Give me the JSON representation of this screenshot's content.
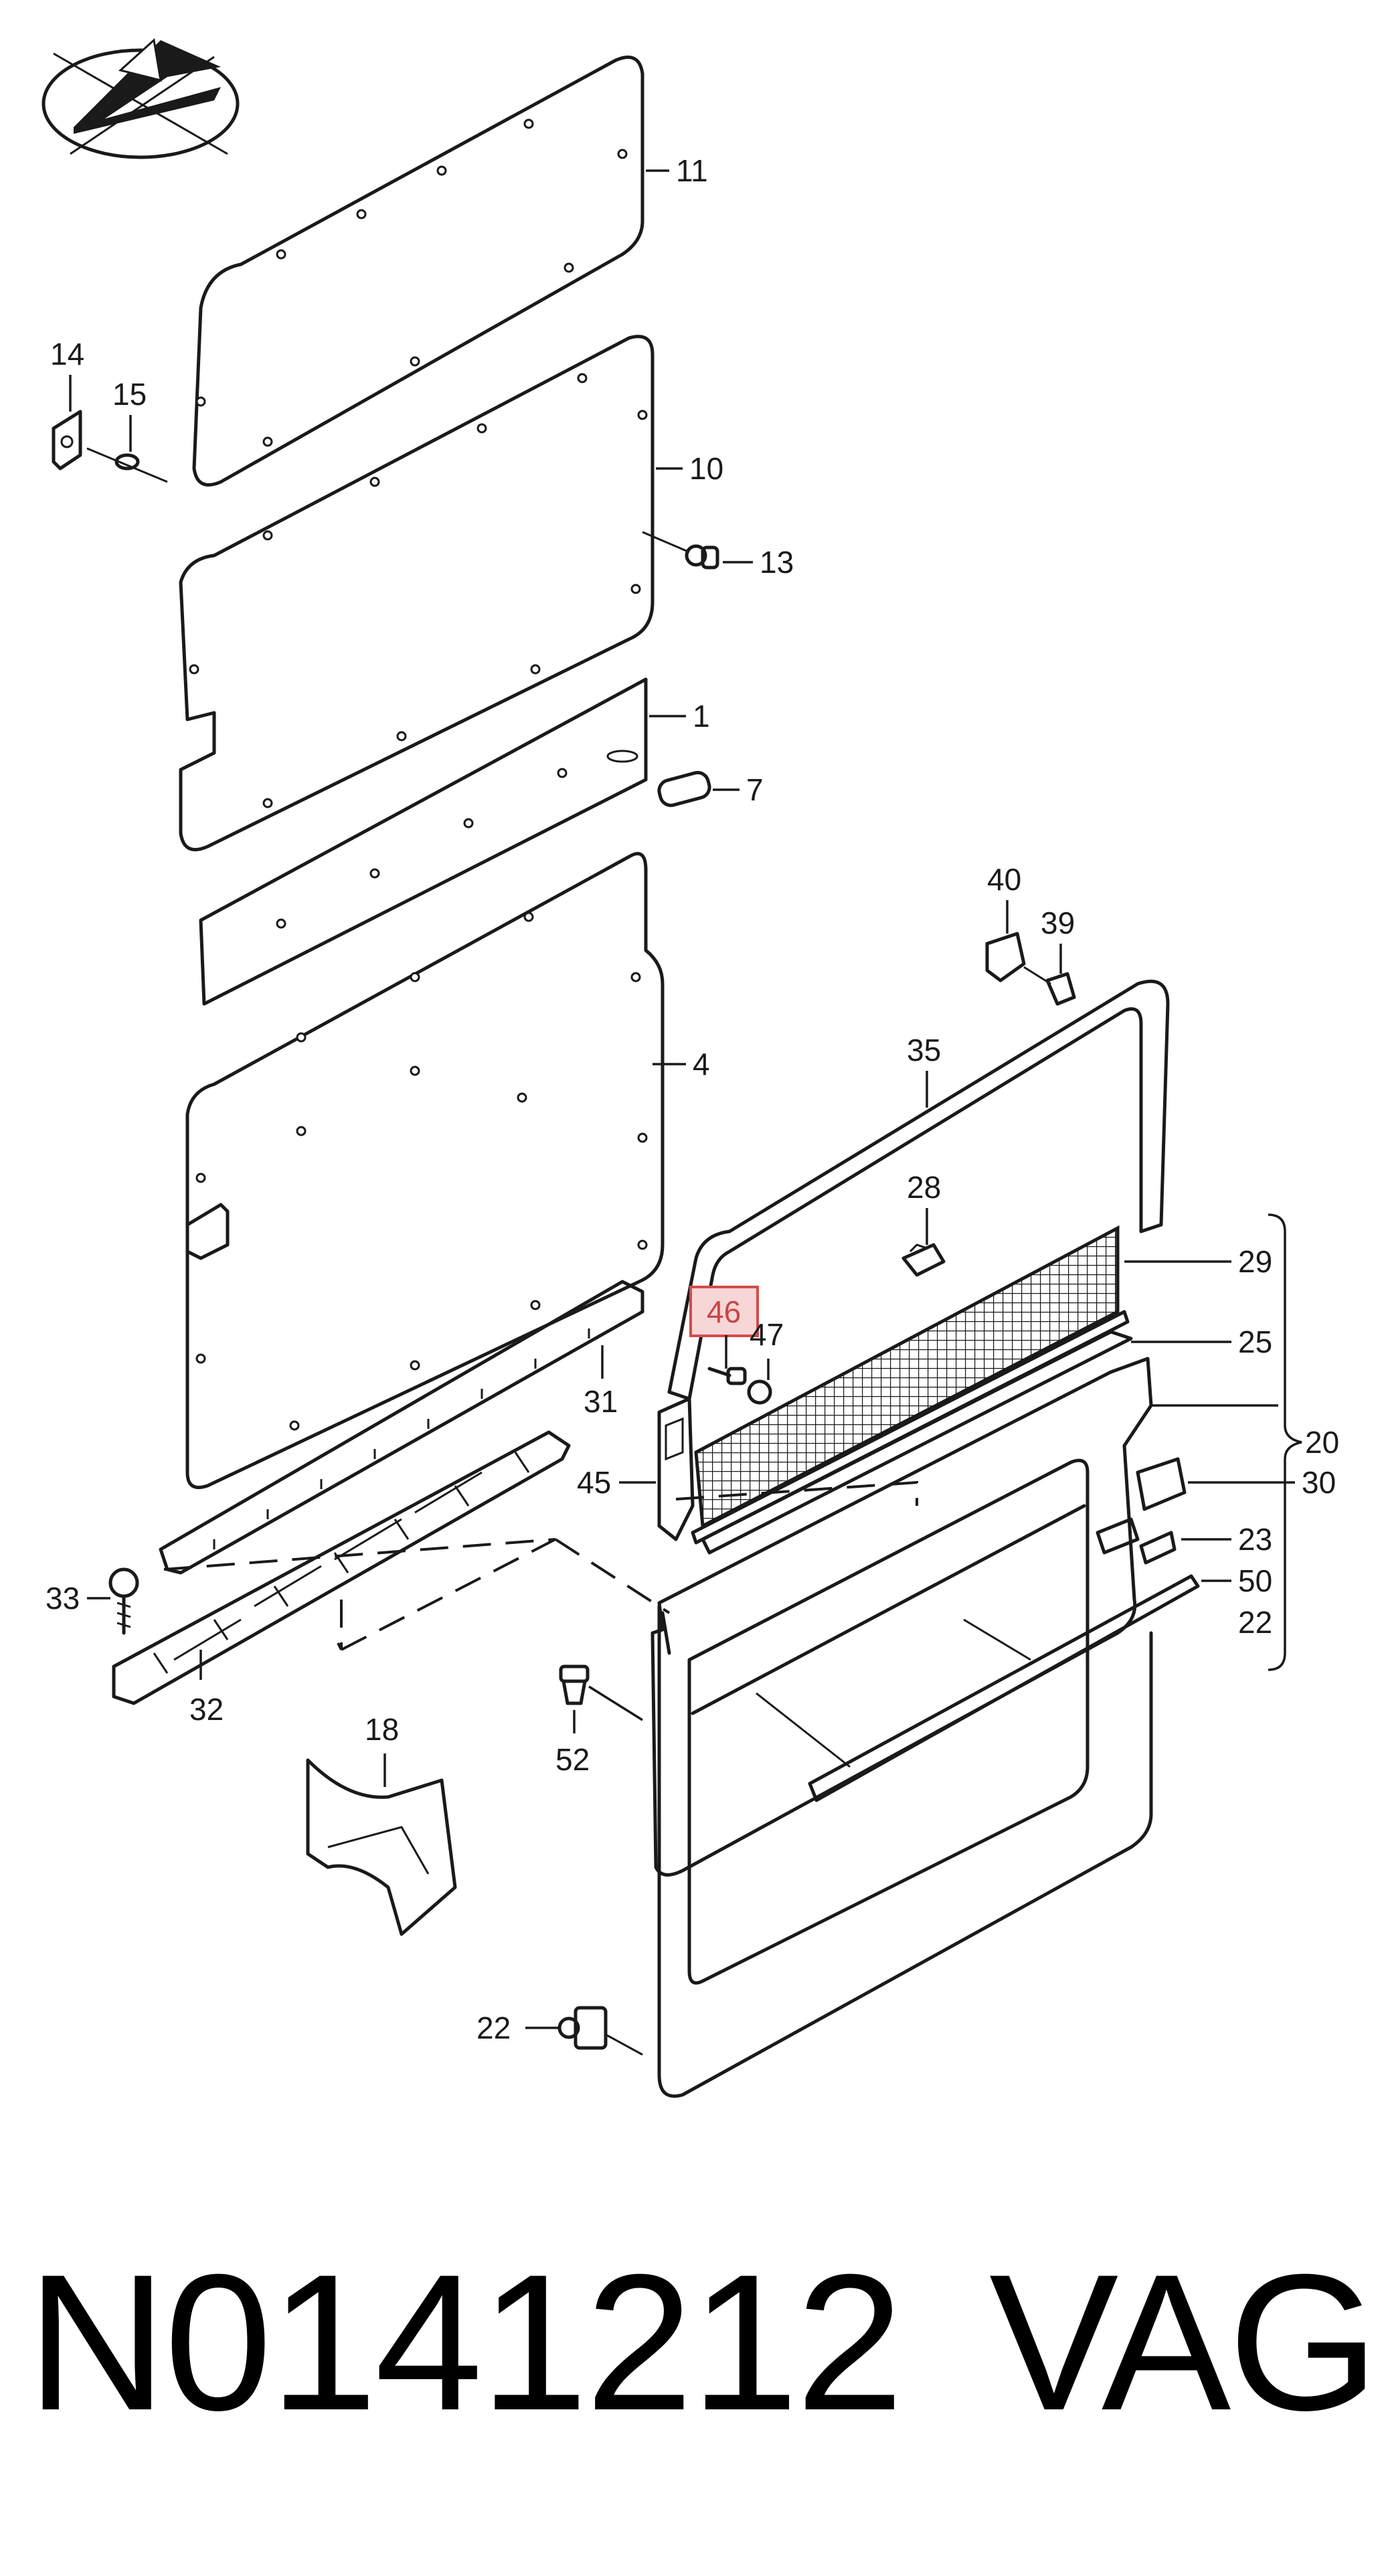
{
  "highlight_color": "#d44a4a",
  "callouts": {
    "c11": "11",
    "c10": "10",
    "c13": "13",
    "c14": "14",
    "c15": "15",
    "c1": "1",
    "c7": "7",
    "c4": "4",
    "c31": "31",
    "c32": "32",
    "c33": "33",
    "c18": "18",
    "c52": "52",
    "c22a": "22",
    "c22b": "22",
    "c40": "40",
    "c39": "39",
    "c35": "35",
    "c28": "28",
    "c29": "29",
    "c25": "25",
    "c20": "20",
    "c30": "30",
    "c23": "23",
    "c50": "50",
    "c46": "46",
    "c47": "47",
    "c45": "45"
  },
  "highlighted_callout": "46",
  "footer": {
    "part_number": "N0141212",
    "brand": "VAG"
  },
  "icons": {
    "logo": "compass-plane-icon"
  }
}
